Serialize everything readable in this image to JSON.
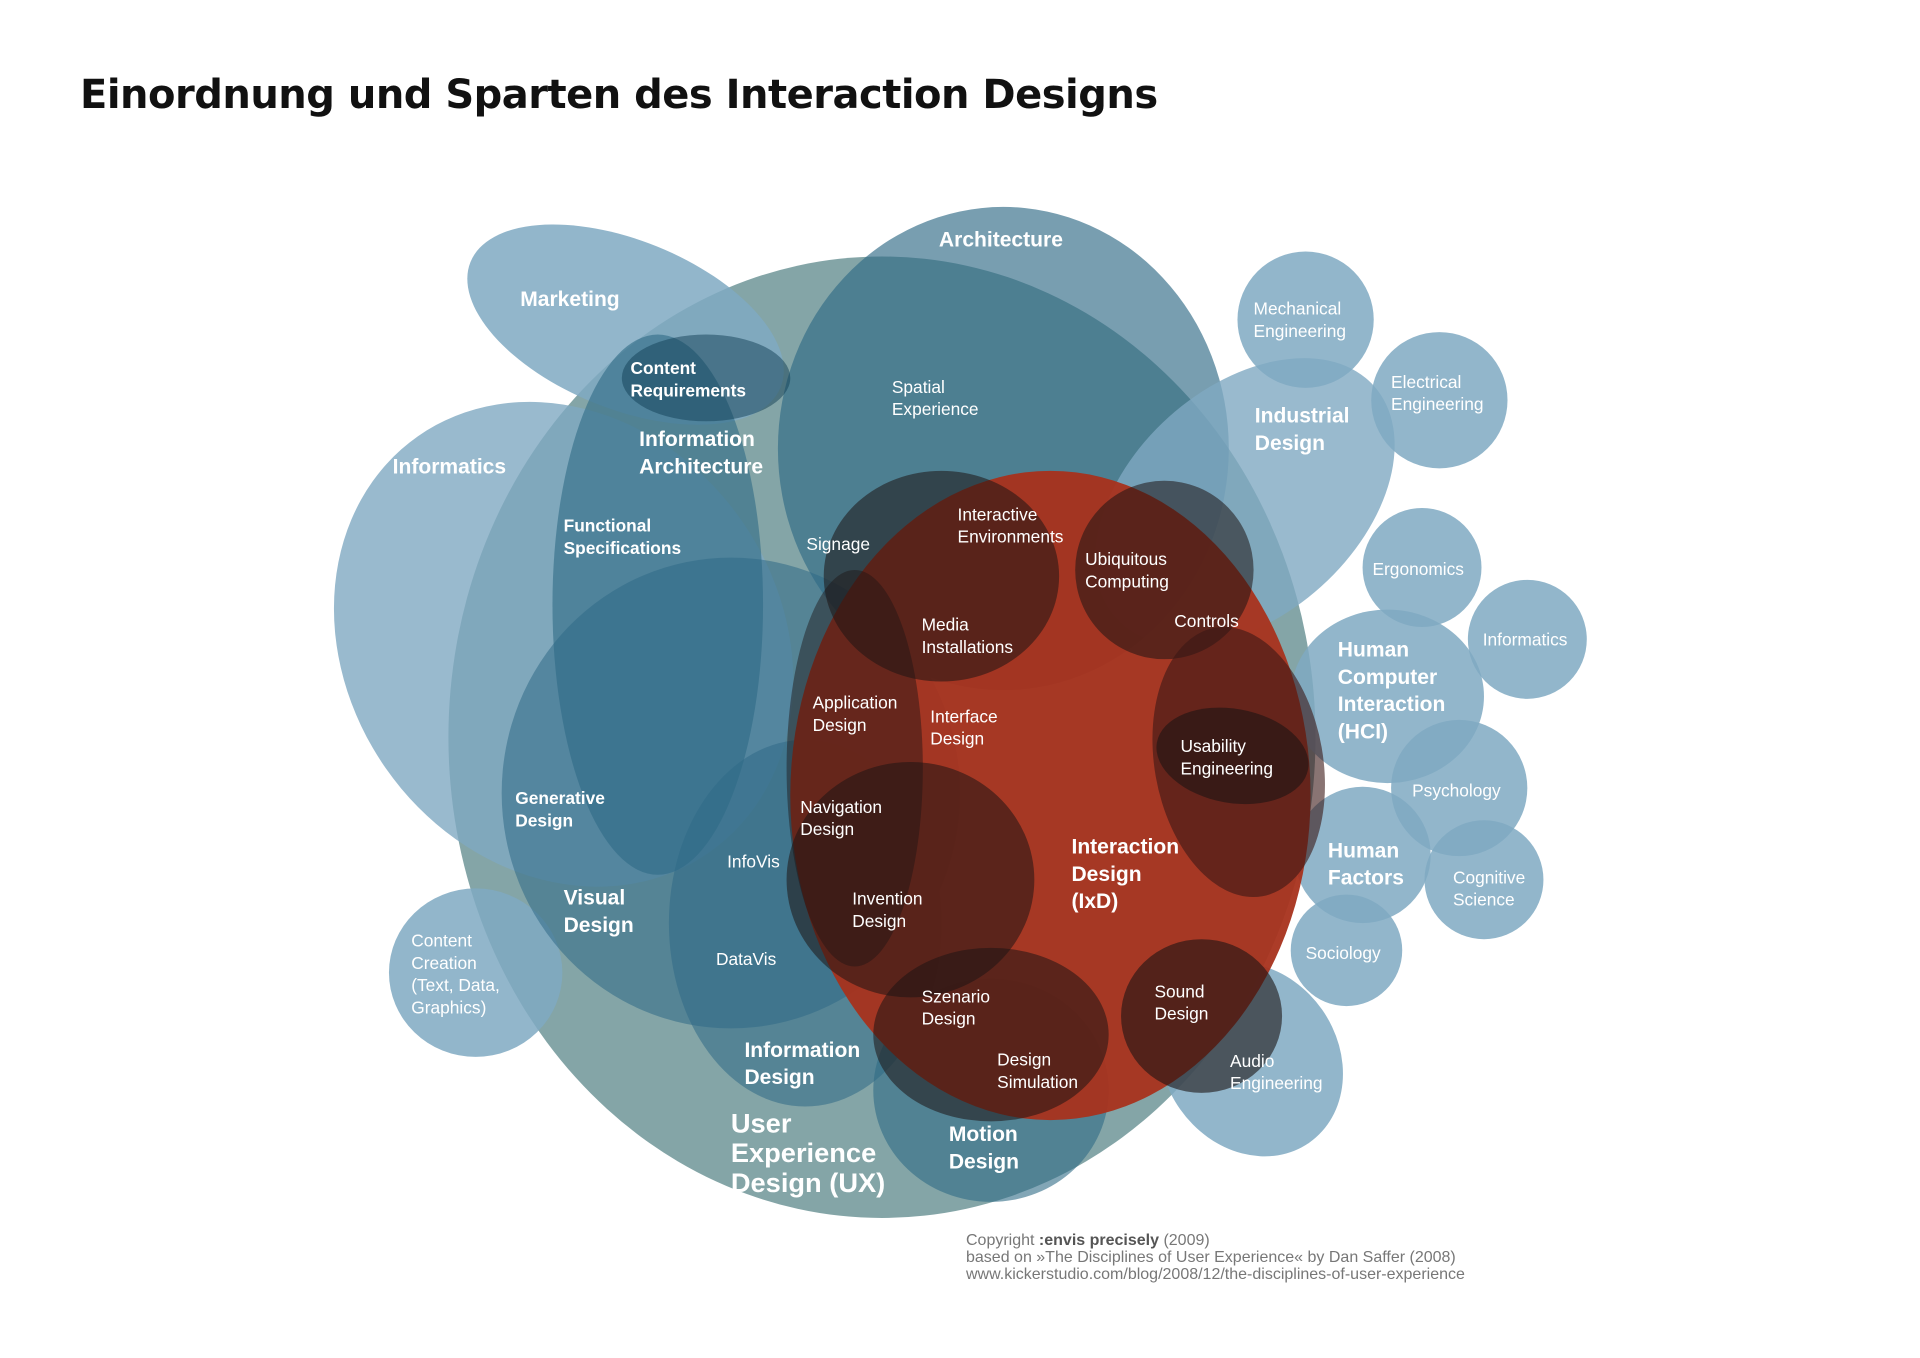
{
  "title": "Einordnung und Sparten des Interaction Designs",
  "colors": {
    "light_blue": "#7fa9c2",
    "mid_blue": "#2f6a86",
    "dark_blue": "#123f55",
    "red": "#a8321c",
    "gray_teal": "#6e9598"
  },
  "labels": {
    "marketing": [
      "Marketing"
    ],
    "architecture": [
      "Architecture"
    ],
    "informatics_left": [
      "Informatics"
    ],
    "content_requirements": [
      "Content",
      "Requirements"
    ],
    "information_architecture": [
      "Information",
      "Architecture"
    ],
    "spatial_experience": [
      "Spatial",
      "Experience"
    ],
    "functional_specifications": [
      "Functional",
      "Specifications"
    ],
    "signage": [
      "Signage"
    ],
    "interactive_environments": [
      "Interactive",
      "Environments"
    ],
    "ubiquitous_computing": [
      "Ubiquitous",
      "Computing"
    ],
    "controls": [
      "Controls"
    ],
    "media_installations": [
      "Media",
      "Installations"
    ],
    "application_design": [
      "Application",
      "Design"
    ],
    "interface_design": [
      "Interface",
      "Design"
    ],
    "usability_engineering": [
      "Usability",
      "Engineering"
    ],
    "generative_design": [
      "Generative",
      "Design"
    ],
    "navigation_design": [
      "Navigation",
      "Design"
    ],
    "infovis": [
      "InfoVis"
    ],
    "interaction_design": [
      "Interaction",
      "Design",
      "(IxD)"
    ],
    "visual_design": [
      "Visual",
      "Design"
    ],
    "invention_design": [
      "Invention",
      "Design"
    ],
    "datavis": [
      "DataVis"
    ],
    "content_creation": [
      "Content",
      "Creation",
      "(Text, Data,",
      "Graphics)"
    ],
    "szenario_design": [
      "Szenario",
      "Design"
    ],
    "sound_design": [
      "Sound",
      "Design"
    ],
    "design_simulation": [
      "Design",
      "Simulation"
    ],
    "information_design": [
      "Information",
      "Design"
    ],
    "user_experience_design": [
      "User",
      "Experience",
      "Design (UX)"
    ],
    "motion_design": [
      "Motion",
      "Design"
    ],
    "mechanical_engineering": [
      "Mechanical",
      "Engineering"
    ],
    "electrical_engineering": [
      "Electrical",
      "Engineering"
    ],
    "industrial_design": [
      "Industrial",
      "Design"
    ],
    "ergonomics": [
      "Ergonomics"
    ],
    "informatics_right": [
      "Informatics"
    ],
    "hci": [
      "Human",
      "Computer",
      "Interaction",
      "(HCI)"
    ],
    "psychology": [
      "Psychology"
    ],
    "human_factors": [
      "Human",
      "Factors"
    ],
    "cognitive_science": [
      "Cognitive",
      "Science"
    ],
    "sociology": [
      "Sociology"
    ],
    "audio_engineering": [
      "Audio",
      "Engineering"
    ]
  },
  "credits": {
    "line1_prefix": "Copyright ",
    "line1_bold": ":envis precisely",
    "line1_suffix": " (2009)",
    "line2": "based on »The Disciplines of User Experience« by Dan Saffer (2008)",
    "line3": "www.kickerstudio.com/blog/2008/12/the-disciplines-of-user-experience"
  }
}
